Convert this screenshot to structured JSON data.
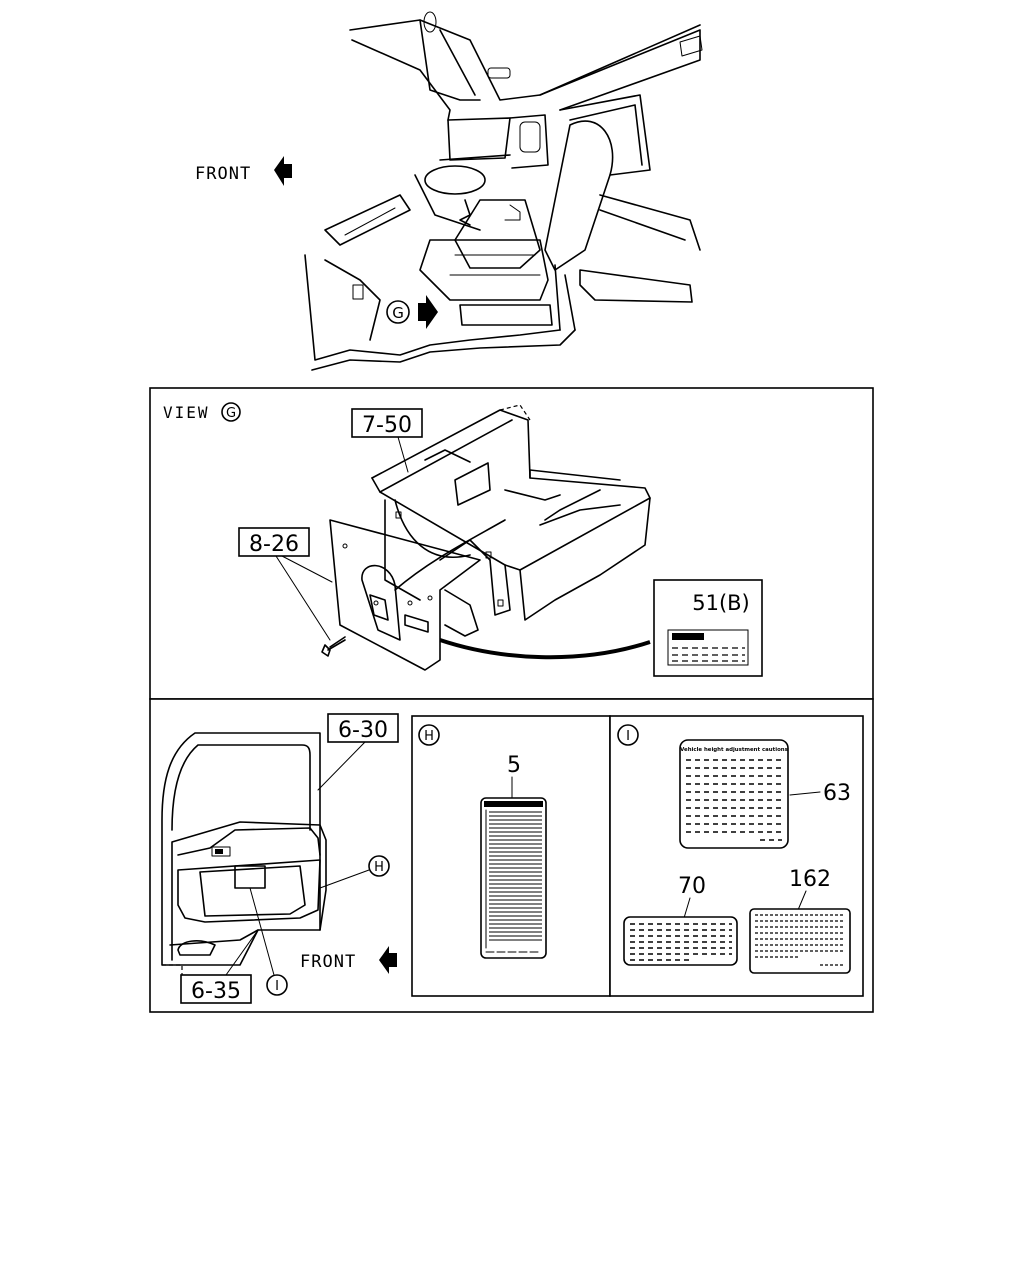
{
  "top_view": {
    "front_label": "FRONT",
    "view_marker": "G"
  },
  "view_panel": {
    "title": "VIEW",
    "title_marker": "G",
    "ref_floor": "7-50",
    "ref_bracket": "8-26",
    "label_part": "51(B)"
  },
  "door_panel": {
    "ref_door": "6-30",
    "ref_trim": "6-35",
    "marker_h": "H",
    "marker_i": "I",
    "front_label": "FRONT"
  },
  "detail_h": {
    "marker": "H",
    "part_number": "5"
  },
  "detail_i": {
    "marker": "I",
    "part_63": "63",
    "part_70": "70",
    "part_162": "162",
    "label_63_header": "Vehicle height adjustment cautions"
  }
}
